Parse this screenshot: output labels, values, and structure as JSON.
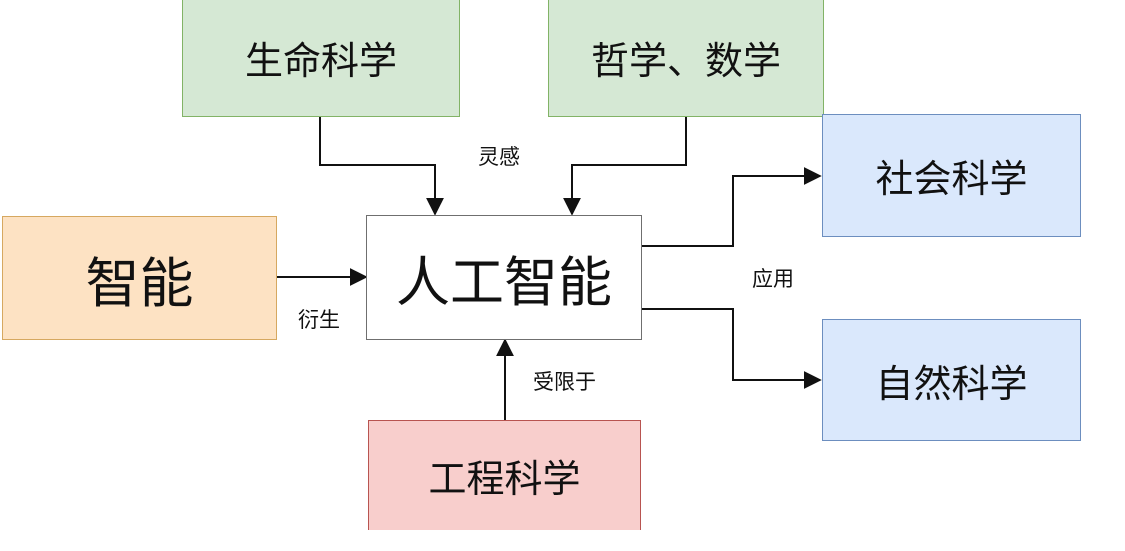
{
  "nodes": {
    "life_science": {
      "label": "生命科学",
      "color": "#d5e8d4",
      "border": "#82b366"
    },
    "philosophy_math": {
      "label": "哲学、数学",
      "color": "#d5e8d4",
      "border": "#82b366"
    },
    "intelligence": {
      "label": "智能",
      "color": "#fde2c3",
      "border": "#d6a860"
    },
    "ai": {
      "label": "人工智能",
      "color": "#ffffff",
      "border": "#6f6f6f"
    },
    "social_science": {
      "label": "社会科学",
      "color": "#dae8fc",
      "border": "#6c8ebf"
    },
    "natural_science": {
      "label": "自然科学",
      "color": "#dae8fc",
      "border": "#6c8ebf"
    },
    "engineering_science": {
      "label": "工程科学",
      "color": "#f8cecc",
      "border": "#b85450"
    }
  },
  "edge_labels": {
    "inspiration": "灵感",
    "derivation": "衍生",
    "application": "应用",
    "limited_by": "受限于"
  }
}
